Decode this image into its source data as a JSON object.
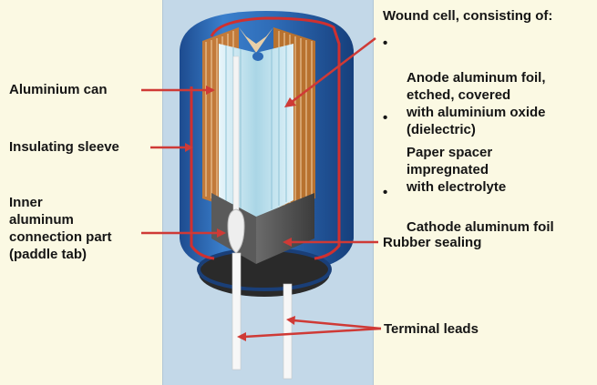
{
  "colors": {
    "background": "#fbf9e3",
    "strip": "#c3d8e8",
    "can_blue": "#2e6bb6",
    "can_blue_dark": "#1d4b8f",
    "sleeve_red": "#d0302f",
    "arrow_red": "#cf3a36",
    "winding_copper": "#c27a3a",
    "foil_light": "#bfe3ef",
    "rubber_dark": "#4a4a4a"
  },
  "labels": {
    "aluminium_can": "Aluminium can",
    "insulating_sleeve": "Insulating sleeve",
    "inner_tab": "Inner\naluminum\nconnection part\n(paddle tab)",
    "wound_cell_heading": "Wound cell, consisting of:",
    "rubber_sealing": "Rubber sealing",
    "terminal_leads": "Terminal leads"
  },
  "bullet_symbol": "•",
  "wound_cell_items": [
    "Anode aluminum foil,\netched, covered\nwith aluminium oxide\n(dielectric)",
    "Paper spacer\nimpregnated\nwith electrolyte",
    "Cathode aluminum foil"
  ]
}
